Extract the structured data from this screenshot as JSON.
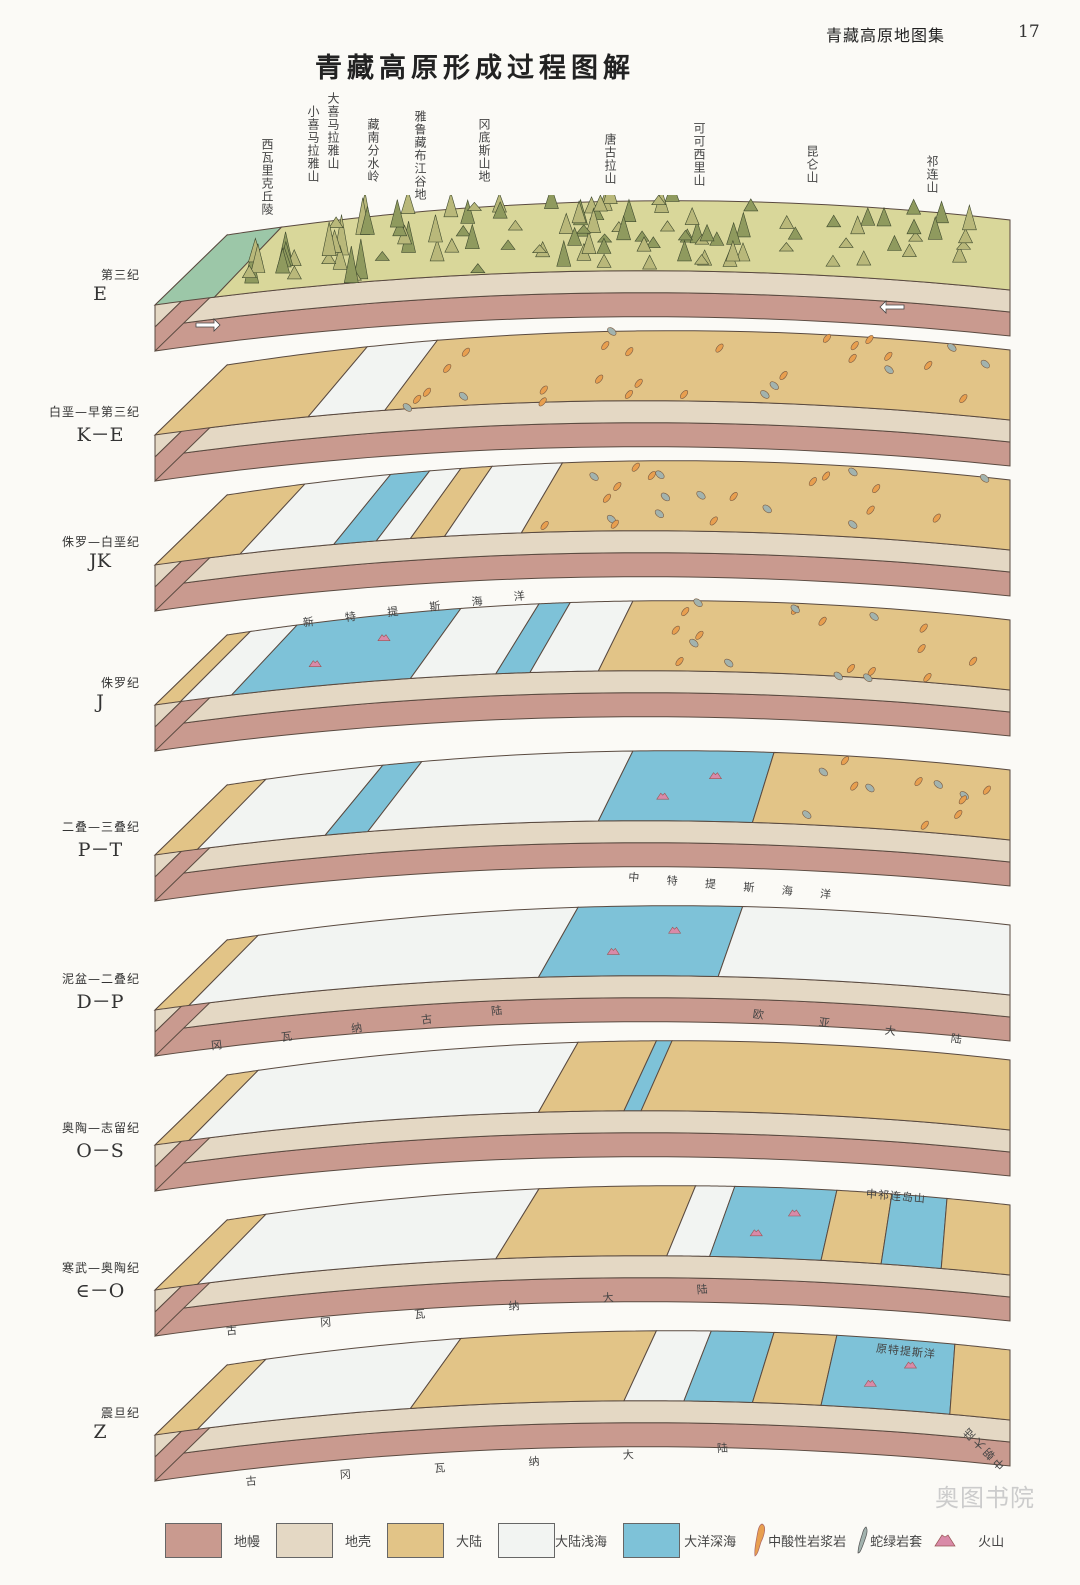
{
  "header": {
    "atlas_name": "青藏高原地图集",
    "page_number": "17"
  },
  "title": "青藏高原形成过程图解",
  "mountains": [
    "西瓦里克丘陵",
    "小喜马拉雅山",
    "大喜马拉雅山",
    "藏南分水岭",
    "雅鲁藏布江谷地",
    "冈底斯山地",
    "唐古拉山",
    "可可西里山",
    "昆仑山",
    "祁连山"
  ],
  "periods": [
    {
      "cn": "第三纪",
      "code": "E",
      "zones": [
        "shelf",
        "terrain"
      ]
    },
    {
      "cn": "白垩—早第三纪",
      "code": "K－E",
      "zones": [
        "continent",
        "shallow_sea",
        "continent"
      ]
    },
    {
      "cn": "侏罗—白垩纪",
      "code": "JK",
      "zones": [
        "continent",
        "shallow_sea",
        "deep_ocean",
        "shallow_sea",
        "continent",
        "shallow_sea",
        "continent"
      ]
    },
    {
      "cn": "侏罗纪",
      "code": "J",
      "zones": [
        "continent",
        "shallow_sea",
        "deep_ocean",
        "shallow_sea",
        "deep_ocean",
        "shallow_sea",
        "continent"
      ]
    },
    {
      "cn": "二叠—三叠纪",
      "code": "P－T",
      "zones": [
        "continent",
        "shallow_sea",
        "deep_ocean",
        "shallow_sea",
        "deep_ocean",
        "continent"
      ]
    },
    {
      "cn": "泥盆—二叠纪",
      "code": "D－P",
      "zones": [
        "continent",
        "shallow_sea",
        "deep_ocean",
        "shallow_sea"
      ]
    },
    {
      "cn": "奥陶—志留纪",
      "code": "O－S",
      "zones": [
        "continent",
        "shallow_sea",
        "continent",
        "deep_ocean",
        "continent"
      ]
    },
    {
      "cn": "寒武—奥陶纪",
      "code": "∈－O",
      "zones": [
        "continent",
        "shallow_sea",
        "continent",
        "shallow_sea",
        "deep_ocean",
        "continent",
        "deep_ocean",
        "continent"
      ]
    },
    {
      "cn": "震旦纪",
      "code": "Z",
      "zones": [
        "continent",
        "shallow_sea",
        "continent",
        "shallow_sea",
        "deep_ocean",
        "continent",
        "deep_ocean",
        "continent"
      ]
    }
  ],
  "annotations": {
    "neo_tethys": "新 特 提 斯 海 洋",
    "meso_tethys": "中 特 提 斯 海 洋",
    "gondwana_dp": "冈 瓦 纳 古 陆",
    "eurasia": "欧 亚 大 陆",
    "zhongqilian": "中祁连岛山",
    "gondwana_co": "古 冈 瓦 纳 大 陆",
    "proto_tethys": "原特提斯洋",
    "gondwana_z": "古 冈 瓦 纳 大 陆",
    "sino_korean": "中朝大陆"
  },
  "legend": [
    {
      "key": "mantle",
      "label": "地幔",
      "color": "#c99a8f"
    },
    {
      "key": "crust",
      "label": "地壳",
      "color": "#e4d8c4"
    },
    {
      "key": "continent",
      "label": "大陆",
      "color": "#e2c487"
    },
    {
      "key": "shallow_sea",
      "label": "大陆浅海",
      "color": "#f2f4f2"
    },
    {
      "key": "deep_ocean",
      "label": "大洋深海",
      "color": "#7ec2d8"
    },
    {
      "key": "magma",
      "label": "中酸性岩浆岩",
      "color": "#e89f4f"
    },
    {
      "key": "ophiolite",
      "label": "蛇绿岩套",
      "color": "#a2b3ae"
    },
    {
      "key": "volcano",
      "label": "火山",
      "color": "#d98aa8"
    }
  ],
  "watermark": "奥图书院"
}
